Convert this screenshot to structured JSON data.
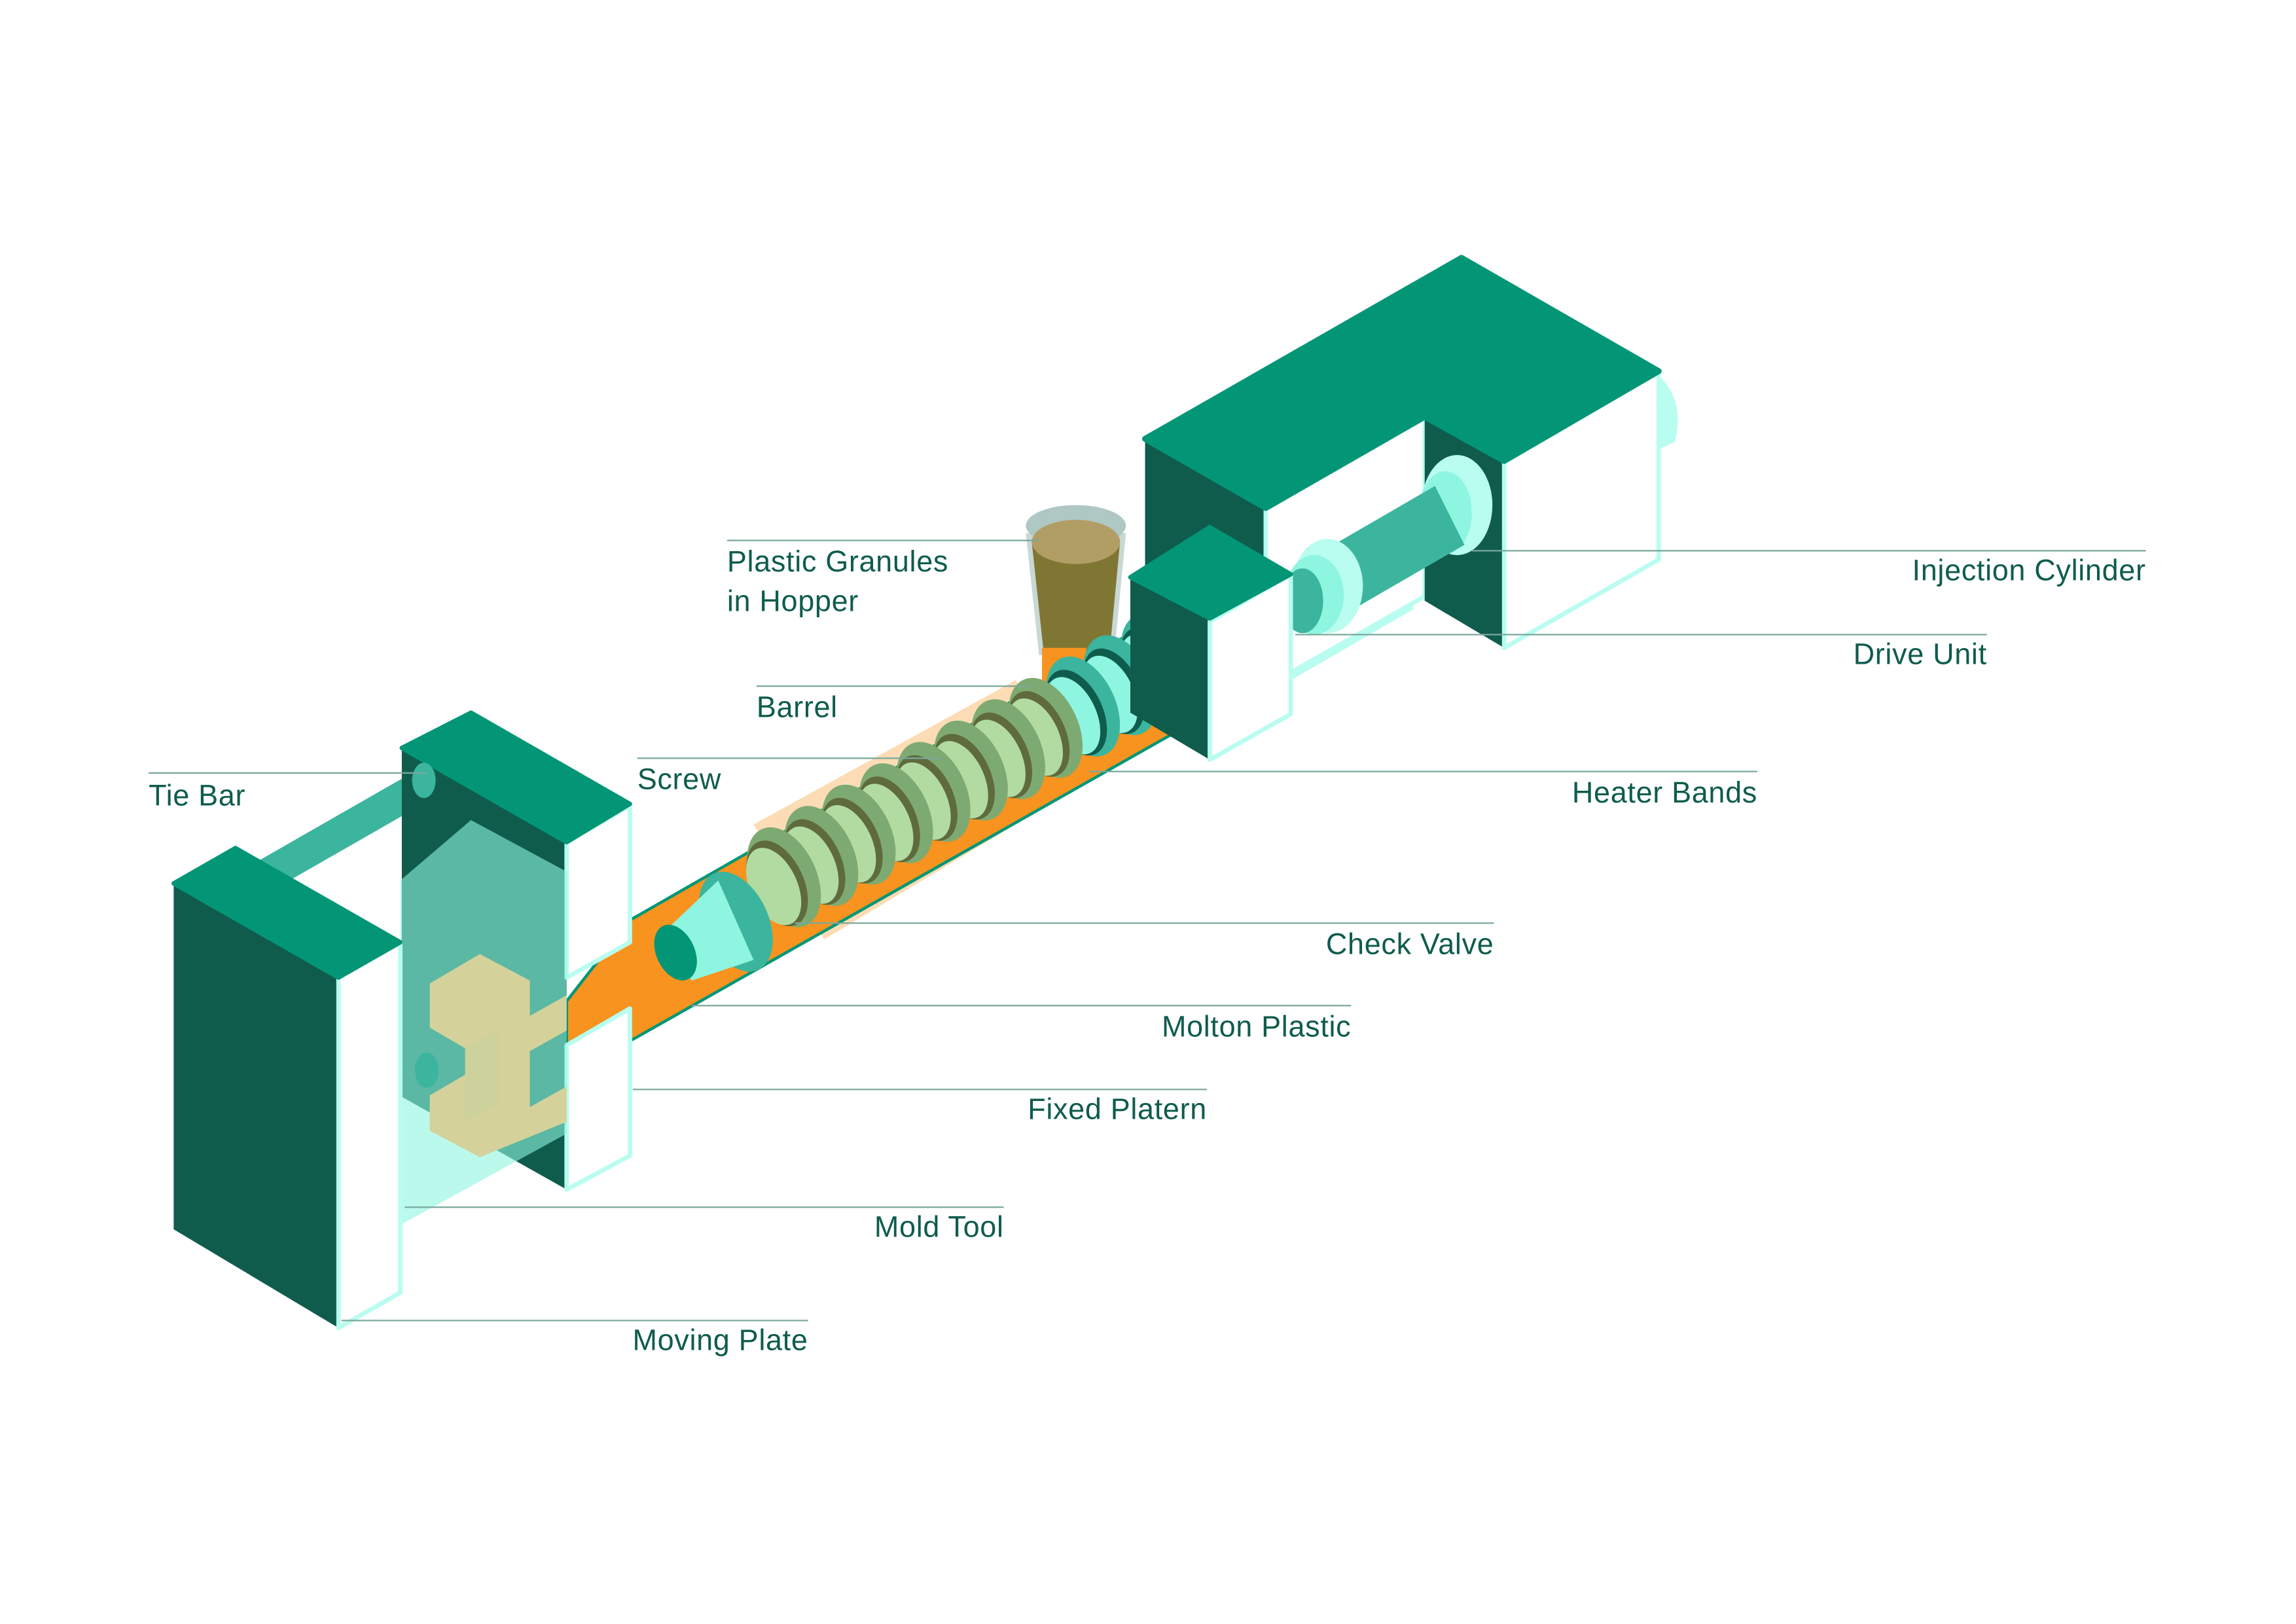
{
  "title": "Injection Moulding Machine Diagram",
  "labels": {
    "hopper_line1": "Plastic Granules",
    "hopper_line2": "in Hopper",
    "barrel": "Barrel",
    "screw": "Screw",
    "tie_bar": "Tie Bar",
    "injection_cylinder": "Injection Cylinder",
    "drive_unit": "Drive Unit",
    "heater_bands": "Heater Bands",
    "check_valve": "Check Valve",
    "molton_plastic": "Molton Plastic",
    "fixed_platern": "Fixed Platern",
    "mold_tool": "Mold Tool",
    "moving_plate": "Moving Plate"
  },
  "colors": {
    "dark_teal": "#0f5c4d",
    "teal": "#029677",
    "mid_teal": "#3bb59e",
    "light_teal": "#8ef5e0",
    "orange": "#f7931e",
    "light_orange": "#fcdcb4",
    "screw_green": "#7daa72",
    "screw_light": "#b2dba2",
    "screw_dark": "#5f6b3c",
    "hopper": "#807634",
    "mold_part": "#d4d29a"
  }
}
